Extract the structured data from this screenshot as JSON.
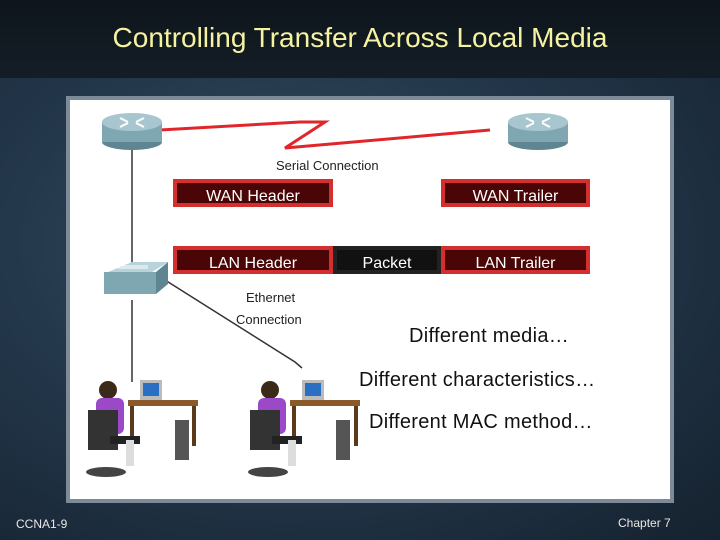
{
  "slide": {
    "title": "Controlling Transfer Across Local Media",
    "footer_left": "CCNA1-9",
    "footer_right": "Chapter 7"
  },
  "diagram": {
    "serial_label": "Serial Connection",
    "ethernet_label_line1": "Ethernet",
    "ethernet_label_line2": "Connection",
    "wan_header": "WAN Header",
    "wan_trailer": "WAN Trailer",
    "lan_header": "LAN Header",
    "packet": "Packet",
    "lan_trailer": "LAN Trailer",
    "colors": {
      "frame_border": "#d32f2f",
      "frame_fill": "#4a0606",
      "serial_line": "#e0262b",
      "router": "#7fa7b2",
      "title_text": "#f6f3a0"
    }
  },
  "bullets": [
    "Different media…",
    "Different characteristics…",
    "Different MAC method…"
  ]
}
